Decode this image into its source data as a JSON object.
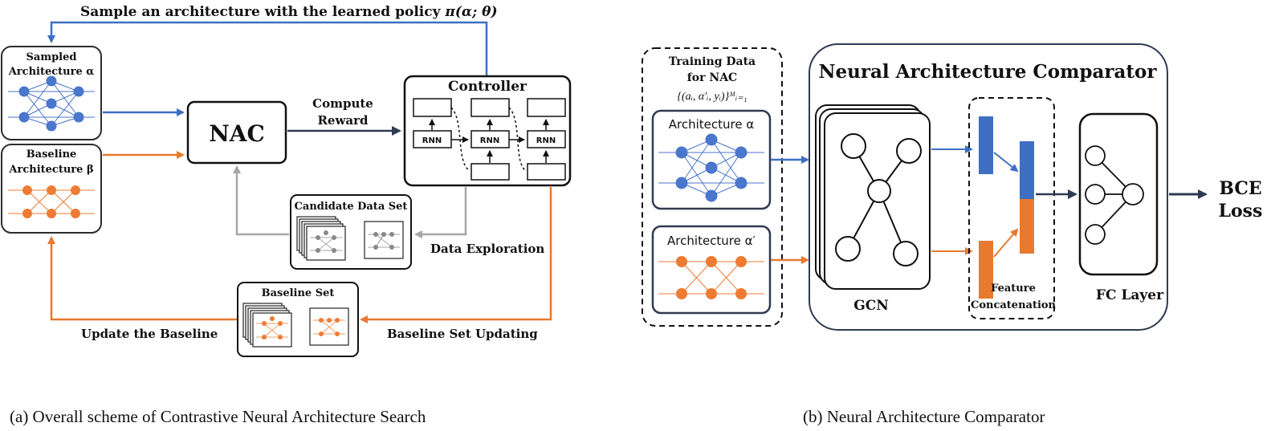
{
  "left": {
    "top_label": "Sample an architecture with the learned policy",
    "top_label_math": "π(α; θ)",
    "sampled_label_1": "Sampled",
    "sampled_label_2": "Architecture α",
    "baseline_label_1": "Baseline",
    "baseline_label_2": "Architecture β",
    "nac": "NAC",
    "compute_reward_1": "Compute",
    "compute_reward_2": "Reward",
    "controller": "Controller",
    "rnn": "RNN",
    "candidate_title": "Candidate Data Set",
    "data_exploration": "Data Exploration",
    "baseline_set_title": "Baseline Set",
    "update_baseline": "Update the Baseline",
    "baseline_set_updating": "Baseline Set Updating",
    "caption": "(a)  Overall scheme of Contrastive Neural Architecture Search"
  },
  "right": {
    "training_1": "Training Data",
    "training_2": "for NAC",
    "training_3": "{(aᵢ, α′ᵢ, yᵢ)}ᴹᵢ₌₁",
    "arch_a": "Architecture α",
    "arch_a2": "Architecture α′",
    "nac_title": "Neural Architecture Comparator",
    "gcn": "GCN",
    "feature_1": "Feature",
    "feature_2": "Concatenation",
    "fc": "FC Layer",
    "bce_1": "BCE",
    "bce_2": "Loss",
    "caption": "(b)  Neural Architecture Comparator"
  },
  "colors": {
    "blue": "#3e6fc2",
    "orange": "#e8792f",
    "dark": "#2f3b52",
    "gray": "#a6a6a6",
    "node_blue": "#4a76cc",
    "node_orange": "#ee7b34"
  }
}
